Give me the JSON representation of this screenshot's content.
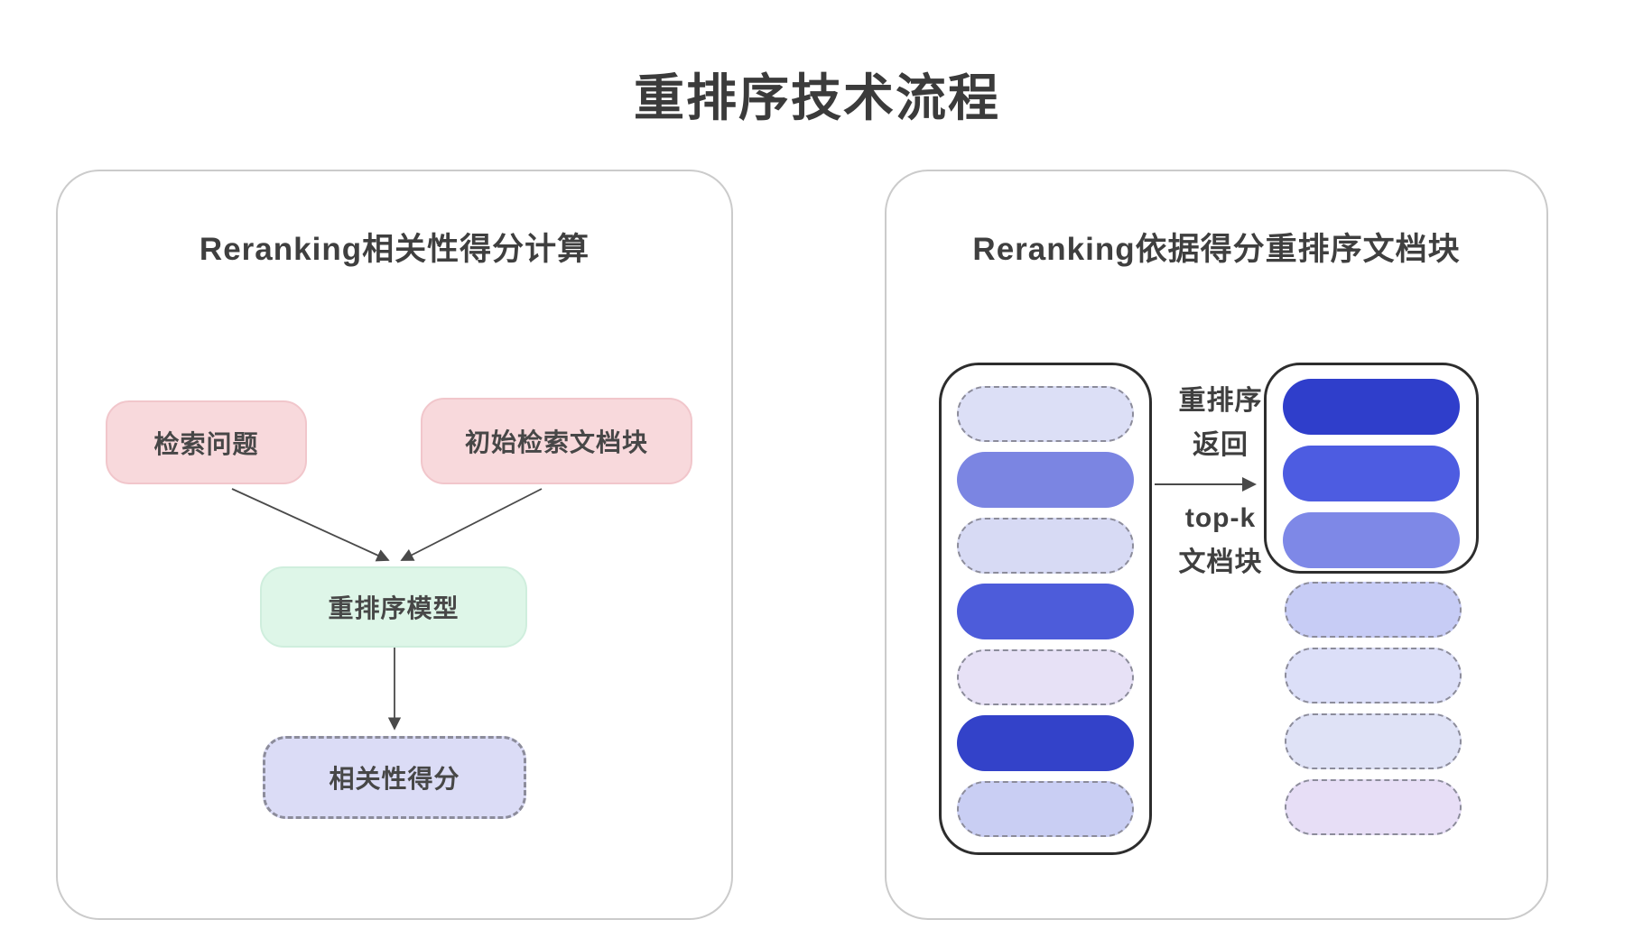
{
  "page_title": "重排序技术流程",
  "left_panel": {
    "title": "Reranking相关性得分计算",
    "query_label": "检索问题",
    "initial_chunks_label": "初始检索文档块",
    "rerank_model_label": "重排序模型",
    "relevance_score_label": "相关性得分"
  },
  "right_panel": {
    "title": "Reranking依据得分重排序文档块",
    "arrow_top_label_line1": "重排序",
    "arrow_top_label_line2": "返回",
    "arrow_bottom_label_line1": "top-k",
    "arrow_bottom_label_line2": "文档块",
    "initial_pills": [
      {
        "fill": "#dcdff6",
        "dashed": true
      },
      {
        "fill": "#7b85e2",
        "dashed": false
      },
      {
        "fill": "#d7daf4",
        "dashed": true
      },
      {
        "fill": "#4d5cda",
        "dashed": false
      },
      {
        "fill": "#e7e1f6",
        "dashed": true
      },
      {
        "fill": "#3342c9",
        "dashed": false
      },
      {
        "fill": "#c9cef3",
        "dashed": true
      }
    ],
    "topk_pills": [
      {
        "fill": "#2f3ecb",
        "dashed": false
      },
      {
        "fill": "#4d5ce1",
        "dashed": false
      },
      {
        "fill": "#7e88e7",
        "dashed": false
      }
    ],
    "remaining_pills": [
      {
        "fill": "#c7ccf5",
        "dashed": true
      },
      {
        "fill": "#dcdff8",
        "dashed": true
      },
      {
        "fill": "#dfe2f6",
        "dashed": true
      },
      {
        "fill": "#e7def6",
        "dashed": true
      }
    ]
  },
  "colors": {
    "title_text": "#3b3b3b",
    "panel_border": "#cbcbcb",
    "pink_fill": "#f8d9dc",
    "pink_border": "#f1c6cb",
    "green_fill": "#def6e8",
    "green_border": "#cfeedd",
    "score_fill": "#dbdcf6",
    "dashed_border": "#8c8c9b",
    "frame_border": "#2d2d2d",
    "arrow": "#4a4a4a"
  }
}
